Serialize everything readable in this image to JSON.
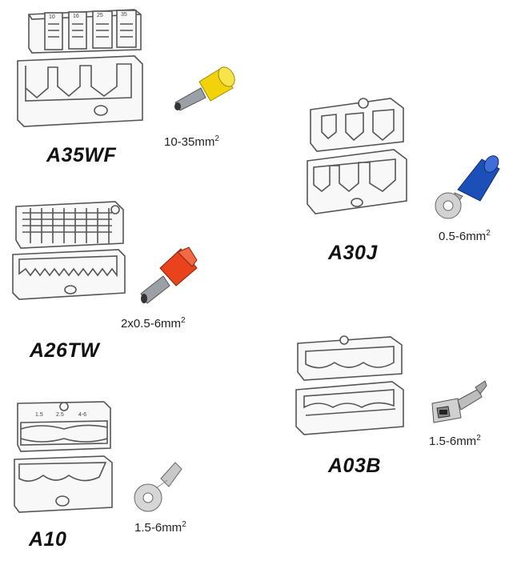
{
  "items": [
    {
      "model": "A35WF",
      "spec": "10-35mm",
      "sup": "2",
      "terminal": "yellow-ferrule",
      "terminal_color": "#f2d20a",
      "die_marks": [
        "10",
        "16",
        "25",
        "35"
      ]
    },
    {
      "model": "A26TW",
      "spec": "2x0.5-6mm",
      "sup": "2",
      "terminal": "red-twin-ferrule",
      "terminal_color": "#e8431c"
    },
    {
      "model": "A10",
      "spec": "1.5-6mm",
      "sup": "2",
      "terminal": "ring-terminal",
      "die_marks": [
        "1.5",
        "2.5",
        "4-6"
      ]
    },
    {
      "model": "A30J",
      "spec": "0.5-6mm",
      "sup": "2",
      "terminal": "blue-insulated-ring",
      "terminal_color": "#1d4fb8"
    },
    {
      "model": "A03B",
      "spec": "1.5-6mm",
      "sup": "2",
      "terminal": "flag-terminal"
    }
  ]
}
